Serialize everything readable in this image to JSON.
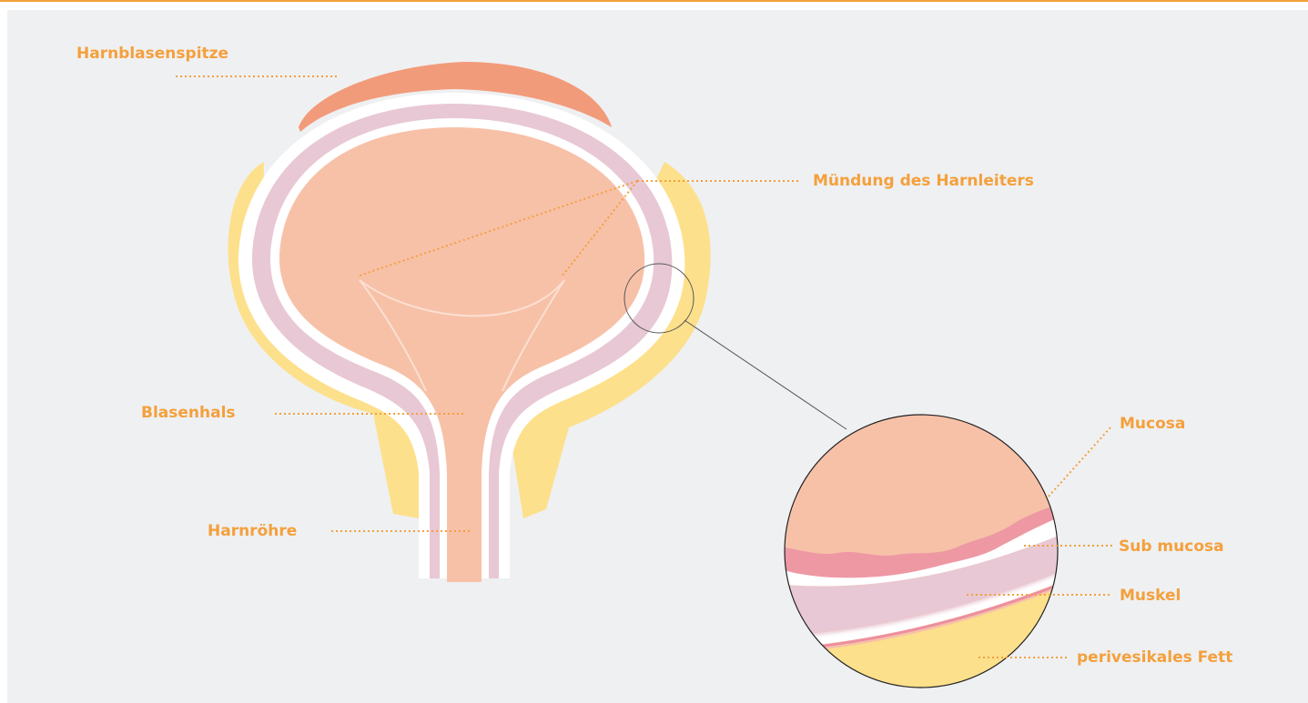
{
  "labels": {
    "apex": "Harnblasenspitze",
    "ureter_opening": "Mündung des Harnleiters",
    "bladder_neck": "Blasenhals",
    "urethra": "Harnröhre",
    "mucosa": "Mucosa",
    "submucosa": "Sub mucosa",
    "muscle": "Muskel",
    "fat": "perivesikales Fett"
  },
  "colors": {
    "background": "#eff0f2",
    "accent": "#f4a03c",
    "fat": "#fde08b",
    "muscle": "#e8c8d4",
    "lumen": "#f7c1a8",
    "apex_cap": "#f29b7a",
    "mucosa_layer": "#ee98a4",
    "trigone_line": "#fbe0d2"
  }
}
